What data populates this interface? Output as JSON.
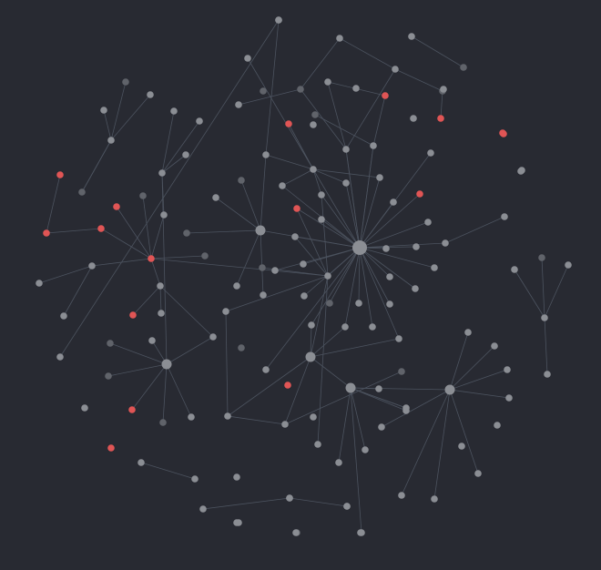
{
  "graph": {
    "colors": {
      "background": "#282a32",
      "edge": "#4c535f",
      "default": "#8b8e94",
      "dim": "#60636a",
      "accent": "#e05555"
    },
    "nodes": [
      {
        "id": "n0",
        "tone": "default",
        "deg": 3
      },
      {
        "id": "n1",
        "tone": "default",
        "deg": 1
      },
      {
        "id": "n2",
        "tone": "default",
        "deg": 2
      },
      {
        "id": "n3",
        "tone": "dim",
        "deg": 1
      },
      {
        "id": "n4",
        "tone": "default",
        "deg": 1
      },
      {
        "id": "n5",
        "tone": "dim",
        "deg": 2
      },
      {
        "id": "n6",
        "tone": "default",
        "deg": 1
      },
      {
        "id": "n7",
        "tone": "dim",
        "deg": 1
      },
      {
        "id": "n8",
        "tone": "default",
        "deg": 1
      },
      {
        "id": "n9",
        "tone": "accent",
        "deg": 1
      },
      {
        "id": "n10",
        "tone": "dim",
        "deg": 1
      },
      {
        "id": "n11",
        "tone": "default",
        "deg": 3
      },
      {
        "id": "n12",
        "tone": "default",
        "deg": 2
      },
      {
        "id": "n13",
        "tone": "dim",
        "deg": 1
      },
      {
        "id": "n14",
        "tone": "default",
        "deg": 1
      },
      {
        "id": "n15",
        "tone": "dim",
        "deg": 1
      },
      {
        "id": "n16",
        "tone": "default",
        "deg": 1
      },
      {
        "id": "n17",
        "tone": "default",
        "deg": 1
      },
      {
        "id": "n18",
        "tone": "default",
        "deg": 5
      },
      {
        "id": "n19",
        "tone": "dim",
        "deg": 1
      },
      {
        "id": "n20",
        "tone": "default",
        "deg": 1
      },
      {
        "id": "n21",
        "tone": "default",
        "deg": 4
      },
      {
        "id": "n22",
        "tone": "default",
        "deg": 1
      },
      {
        "id": "n23",
        "tone": "default",
        "deg": 2
      },
      {
        "id": "n24",
        "tone": "accent",
        "deg": 2
      },
      {
        "id": "n25",
        "tone": "dim",
        "deg": 1
      },
      {
        "id": "n26",
        "tone": "default",
        "deg": 1
      },
      {
        "id": "n27",
        "tone": "default",
        "deg": 3
      },
      {
        "id": "n28",
        "tone": "dim",
        "deg": 1
      },
      {
        "id": "n29",
        "tone": "default",
        "deg": 3
      },
      {
        "id": "n30",
        "tone": "default",
        "deg": 6
      },
      {
        "id": "n31",
        "tone": "default",
        "deg": 1
      },
      {
        "id": "n32",
        "tone": "dim",
        "deg": 1
      },
      {
        "id": "n33",
        "tone": "accent",
        "deg": 1
      },
      {
        "id": "n34",
        "tone": "default",
        "deg": 4
      },
      {
        "id": "n35",
        "tone": "accent",
        "deg": 3
      },
      {
        "id": "n36",
        "tone": "dim",
        "deg": 1
      },
      {
        "id": "n37",
        "tone": "accent",
        "deg": 1
      },
      {
        "id": "n38",
        "tone": "default",
        "deg": 1
      },
      {
        "id": "n39",
        "tone": "accent",
        "deg": 1
      },
      {
        "id": "n40",
        "tone": "default",
        "deg": 2
      },
      {
        "id": "n41",
        "tone": "default",
        "deg": 1
      },
      {
        "id": "n42",
        "tone": "default",
        "deg": 1
      },
      {
        "id": "n43",
        "tone": "default",
        "deg": 1
      },
      {
        "id": "n44",
        "tone": "default",
        "deg": 1
      },
      {
        "id": "n45",
        "tone": "default",
        "deg": 1
      },
      {
        "id": "n46",
        "tone": "default",
        "deg": 1
      },
      {
        "id": "n47",
        "tone": "default",
        "deg": 4
      },
      {
        "id": "n48",
        "tone": "dim",
        "deg": 1
      },
      {
        "id": "n49",
        "tone": "accent",
        "deg": 1
      },
      {
        "id": "n50",
        "tone": "default",
        "deg": 1
      },
      {
        "id": "n51",
        "tone": "default",
        "deg": 1
      },
      {
        "id": "n52",
        "tone": "default",
        "deg": 2
      },
      {
        "id": "n53",
        "tone": "dim",
        "deg": 1
      },
      {
        "id": "n54",
        "tone": "default",
        "deg": 6
      },
      {
        "id": "n55",
        "tone": "dim",
        "deg": 1
      },
      {
        "id": "n56",
        "tone": "dim",
        "deg": 1
      },
      {
        "id": "n57",
        "tone": "default",
        "deg": 1
      },
      {
        "id": "n58",
        "tone": "accent",
        "deg": 1
      },
      {
        "id": "n59",
        "tone": "default",
        "deg": 2
      },
      {
        "id": "n60",
        "tone": "default",
        "deg": 2
      },
      {
        "id": "n61",
        "tone": "accent",
        "deg": 2
      },
      {
        "id": "n62",
        "tone": "default",
        "deg": 1
      },
      {
        "id": "n63",
        "tone": "default",
        "deg": 1
      },
      {
        "id": "n64",
        "tone": "default",
        "deg": 1
      },
      {
        "id": "n65",
        "tone": "default",
        "deg": 1
      },
      {
        "id": "n66",
        "tone": "default",
        "deg": 1
      },
      {
        "id": "n67",
        "tone": "default",
        "deg": 1
      },
      {
        "id": "n68",
        "tone": "default",
        "deg": 2
      },
      {
        "id": "n69",
        "tone": "default",
        "deg": 1
      },
      {
        "id": "n70",
        "tone": "default",
        "deg": 1
      },
      {
        "id": "n71",
        "tone": "default",
        "deg": 1
      },
      {
        "id": "n72",
        "tone": "default",
        "deg": 3
      },
      {
        "id": "n73",
        "tone": "default",
        "deg": 1
      },
      {
        "id": "n74",
        "tone": "accent",
        "deg": 1
      },
      {
        "id": "n75",
        "tone": "default",
        "deg": 1
      },
      {
        "id": "n76",
        "tone": "default",
        "deg": 1
      },
      {
        "id": "n77",
        "tone": "default",
        "deg": 1
      },
      {
        "id": "n78",
        "tone": "default",
        "deg": 1
      },
      {
        "id": "n79",
        "tone": "default",
        "deg": 1
      },
      {
        "id": "n80",
        "tone": "default",
        "deg": 1
      },
      {
        "id": "n81",
        "tone": "accent",
        "deg": 1
      },
      {
        "id": "n82",
        "tone": "accent",
        "deg": 1
      },
      {
        "id": "n83",
        "tone": "default",
        "deg": 3
      },
      {
        "id": "n84",
        "tone": "default",
        "deg": 1
      },
      {
        "id": "n85",
        "tone": "accent",
        "deg": 0
      },
      {
        "id": "n86",
        "tone": "default",
        "deg": 1
      },
      {
        "id": "n87",
        "tone": "default",
        "deg": 2
      },
      {
        "id": "n88",
        "tone": "dim",
        "deg": 1
      },
      {
        "id": "n89",
        "tone": "default",
        "deg": 1
      },
      {
        "id": "n90",
        "tone": "default",
        "deg": 1
      },
      {
        "id": "n91",
        "tone": "default",
        "deg": 1
      },
      {
        "id": "n92",
        "tone": "default",
        "deg": 1
      },
      {
        "id": "n93",
        "tone": "default",
        "deg": 1
      },
      {
        "id": "n94",
        "tone": "default",
        "deg": 1
      },
      {
        "id": "n95",
        "tone": "default",
        "deg": 1
      },
      {
        "id": "n96",
        "tone": "dim",
        "deg": 1
      },
      {
        "id": "n97",
        "tone": "default",
        "deg": 1
      },
      {
        "id": "n98",
        "tone": "default",
        "deg": 1
      },
      {
        "id": "n99",
        "tone": "default",
        "deg": 1
      },
      {
        "id": "n100",
        "tone": "default",
        "deg": 1
      },
      {
        "id": "n101",
        "tone": "default",
        "deg": 1
      },
      {
        "id": "n102",
        "tone": "default",
        "deg": 1
      },
      {
        "id": "n103",
        "tone": "default",
        "deg": 1
      },
      {
        "id": "n104",
        "tone": "default",
        "deg": 1
      },
      {
        "id": "n105",
        "tone": "default",
        "deg": 0
      },
      {
        "id": "n106",
        "tone": "accent",
        "deg": 0
      },
      {
        "id": "n107",
        "tone": "default",
        "deg": 0
      },
      {
        "id": "n108",
        "tone": "default",
        "deg": 1
      },
      {
        "id": "n109",
        "tone": "default",
        "deg": 1
      },
      {
        "id": "n110",
        "tone": "default",
        "deg": 1
      },
      {
        "id": "n111",
        "tone": "default",
        "deg": 1
      },
      {
        "id": "n112",
        "tone": "default",
        "deg": 1
      },
      {
        "id": "n113",
        "tone": "default",
        "deg": 1
      },
      {
        "id": "n114",
        "tone": "dim",
        "deg": 1
      },
      {
        "id": "n115",
        "tone": "default",
        "deg": 1
      },
      {
        "id": "n116",
        "tone": "default",
        "deg": 1
      },
      {
        "id": "n117",
        "tone": "default",
        "deg": 1
      },
      {
        "id": "n118",
        "tone": "default",
        "deg": 1
      },
      {
        "id": "n119",
        "tone": "default",
        "deg": 1
      },
      {
        "id": "n120",
        "tone": "default",
        "deg": 1
      },
      {
        "id": "n121",
        "tone": "default",
        "deg": 1
      },
      {
        "id": "n122",
        "tone": "default",
        "deg": 1
      },
      {
        "id": "n123",
        "tone": "default",
        "deg": 1
      },
      {
        "id": "n124",
        "tone": "default",
        "deg": 0
      },
      {
        "id": "n125",
        "tone": "default",
        "deg": 1
      },
      {
        "id": "n126",
        "tone": "dim",
        "deg": 1
      },
      {
        "id": "n127",
        "tone": "default",
        "deg": 1
      },
      {
        "id": "n128",
        "tone": "default",
        "deg": 1
      },
      {
        "id": "n129",
        "tone": "default",
        "deg": 0
      },
      {
        "id": "n130",
        "tone": "default",
        "deg": 0
      },
      {
        "id": "n131",
        "tone": "accent",
        "deg": 1
      },
      {
        "id": "n132",
        "tone": "dim",
        "deg": 1
      },
      {
        "id": "n133",
        "tone": "default",
        "deg": 1
      },
      {
        "id": "n134",
        "tone": "default",
        "deg": 1
      },
      {
        "id": "n135",
        "tone": "default",
        "deg": 1
      },
      {
        "id": "n136",
        "tone": "default",
        "deg": 1
      },
      {
        "id": "n137",
        "tone": "default",
        "deg": 1
      },
      {
        "id": "n138",
        "tone": "accent",
        "deg": 1
      },
      {
        "id": "n139",
        "tone": "default",
        "deg": 0
      },
      {
        "id": "n140",
        "tone": "default",
        "deg": 1
      },
      {
        "id": "n141",
        "tone": "default",
        "deg": 1
      },
      {
        "id": "n142",
        "tone": "default",
        "deg": 0
      },
      {
        "id": "n143",
        "tone": "default",
        "deg": 0
      },
      {
        "id": "n144",
        "tone": "default",
        "deg": 0
      },
      {
        "id": "n145",
        "tone": "default",
        "deg": 1
      },
      {
        "id": "n146",
        "tone": "default",
        "deg": 1
      }
    ]
  }
}
